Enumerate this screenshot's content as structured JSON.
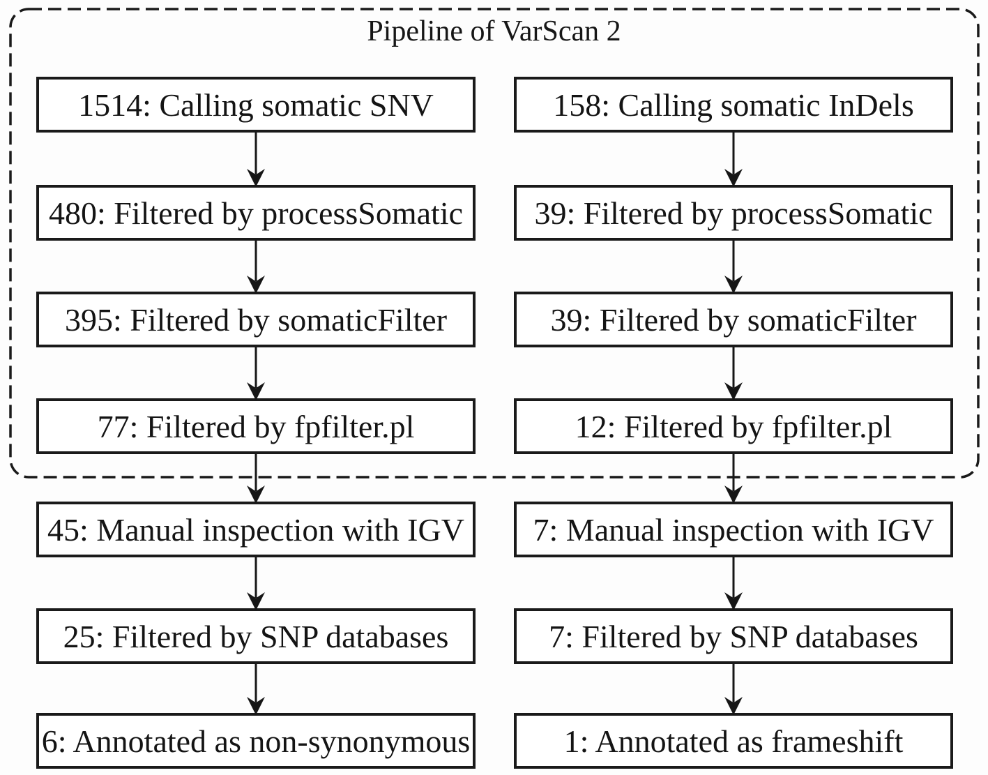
{
  "diagram": {
    "title": "Pipeline of VarScan 2",
    "columns": [
      {
        "steps": [
          "1514: Calling somatic SNV",
          "480: Filtered by processSomatic",
          "395: Filtered by somaticFilter",
          "77: Filtered by fpfilter.pl",
          "45: Manual inspection with IGV",
          "25: Filtered by SNP databases",
          "6: Annotated as non-synonymous"
        ]
      },
      {
        "steps": [
          "158: Calling somatic InDels",
          "39: Filtered by processSomatic",
          "39: Filtered by somaticFilter",
          "12: Filtered by fpfilter.pl",
          "7: Manual inspection with IGV",
          "7: Filtered by SNP databases",
          "1: Annotated as frameshift"
        ]
      }
    ],
    "colors": {
      "ink": "#1a1a1a",
      "box_background": "#ffffff",
      "page_background": "#fdfdfd"
    }
  }
}
